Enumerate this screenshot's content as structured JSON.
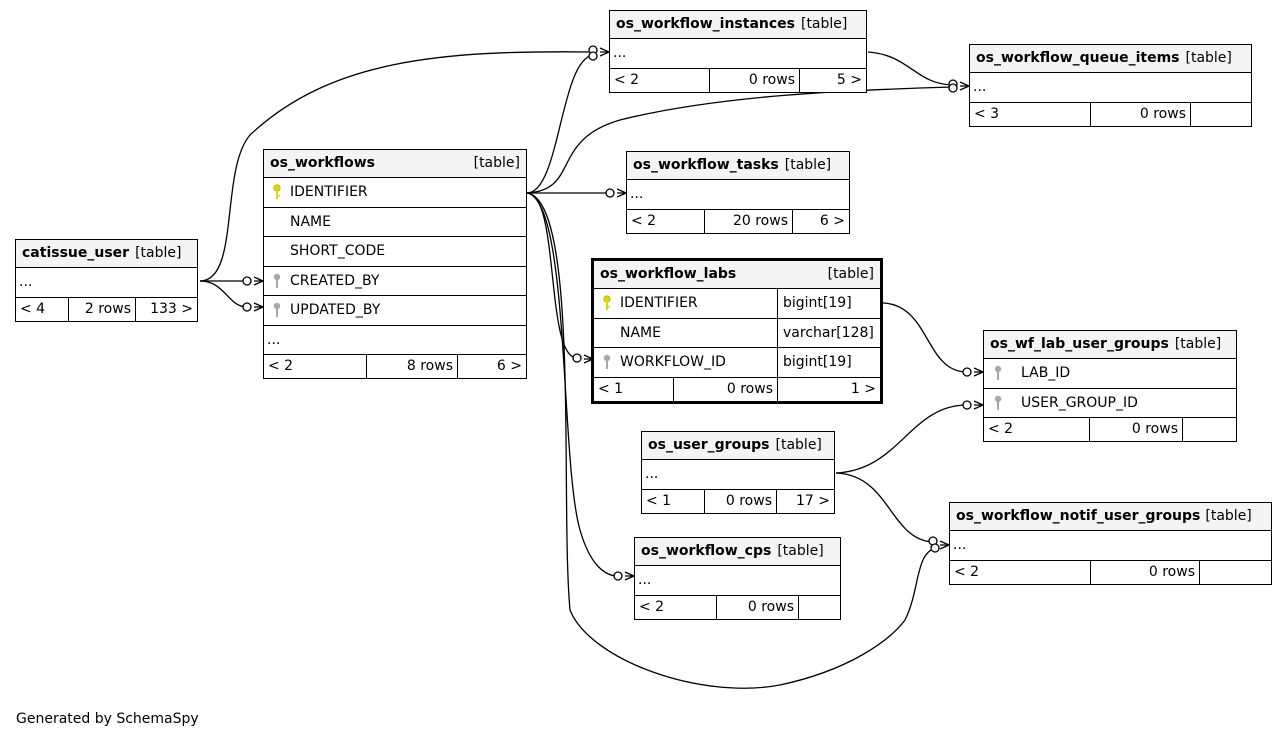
{
  "diagram": {
    "credit": "Generated by SchemaSpy",
    "type_tag": "[table]",
    "ellipsis": "..."
  },
  "tables": {
    "os_workflow_instances": {
      "name": "os_workflow_instances",
      "foot": [
        "< 2",
        "0 rows",
        "5 >"
      ]
    },
    "os_workflow_queue_items": {
      "name": "os_workflow_queue_items",
      "foot": [
        "< 3",
        "0 rows",
        ""
      ]
    },
    "os_workflows": {
      "name": "os_workflows",
      "columns": [
        {
          "name": "IDENTIFIER",
          "key": "primary"
        },
        {
          "name": "NAME",
          "key": "none"
        },
        {
          "name": "SHORT_CODE",
          "key": "none"
        },
        {
          "name": "CREATED_BY",
          "key": "foreign"
        },
        {
          "name": "UPDATED_BY",
          "key": "foreign"
        }
      ],
      "foot": [
        "< 2",
        "8 rows",
        "6 >"
      ]
    },
    "os_workflow_tasks": {
      "name": "os_workflow_tasks",
      "foot": [
        "< 2",
        "20 rows",
        "6 >"
      ]
    },
    "catissue_user": {
      "name": "catissue_user",
      "foot": [
        "< 4",
        "2 rows",
        "133 >"
      ]
    },
    "os_workflow_labs": {
      "name": "os_workflow_labs",
      "columns": [
        {
          "name": "IDENTIFIER",
          "type": "bigint[19]",
          "key": "primary"
        },
        {
          "name": "NAME",
          "type": "varchar[128]",
          "key": "none"
        },
        {
          "name": "WORKFLOW_ID",
          "type": "bigint[19]",
          "key": "foreign"
        }
      ],
      "foot": [
        "< 1",
        "0 rows",
        "1 >"
      ]
    },
    "os_wf_lab_user_groups": {
      "name": "os_wf_lab_user_groups",
      "columns": [
        {
          "name": "LAB_ID",
          "key": "foreign"
        },
        {
          "name": "USER_GROUP_ID",
          "key": "foreign"
        }
      ],
      "foot": [
        "< 2",
        "0 rows",
        ""
      ]
    },
    "os_user_groups": {
      "name": "os_user_groups",
      "foot": [
        "< 1",
        "0 rows",
        "17 >"
      ]
    },
    "os_workflow_notif_user_groups": {
      "name": "os_workflow_notif_user_groups",
      "foot": [
        "< 2",
        "0 rows",
        ""
      ]
    },
    "os_workflow_cps": {
      "name": "os_workflow_cps",
      "foot": [
        "< 2",
        "0 rows",
        ""
      ]
    }
  },
  "colors": {
    "primary_key": "#e3d800",
    "foreign_key": "#a8a8a8",
    "header_bg": "#f4f4f4",
    "line": "#000000"
  }
}
